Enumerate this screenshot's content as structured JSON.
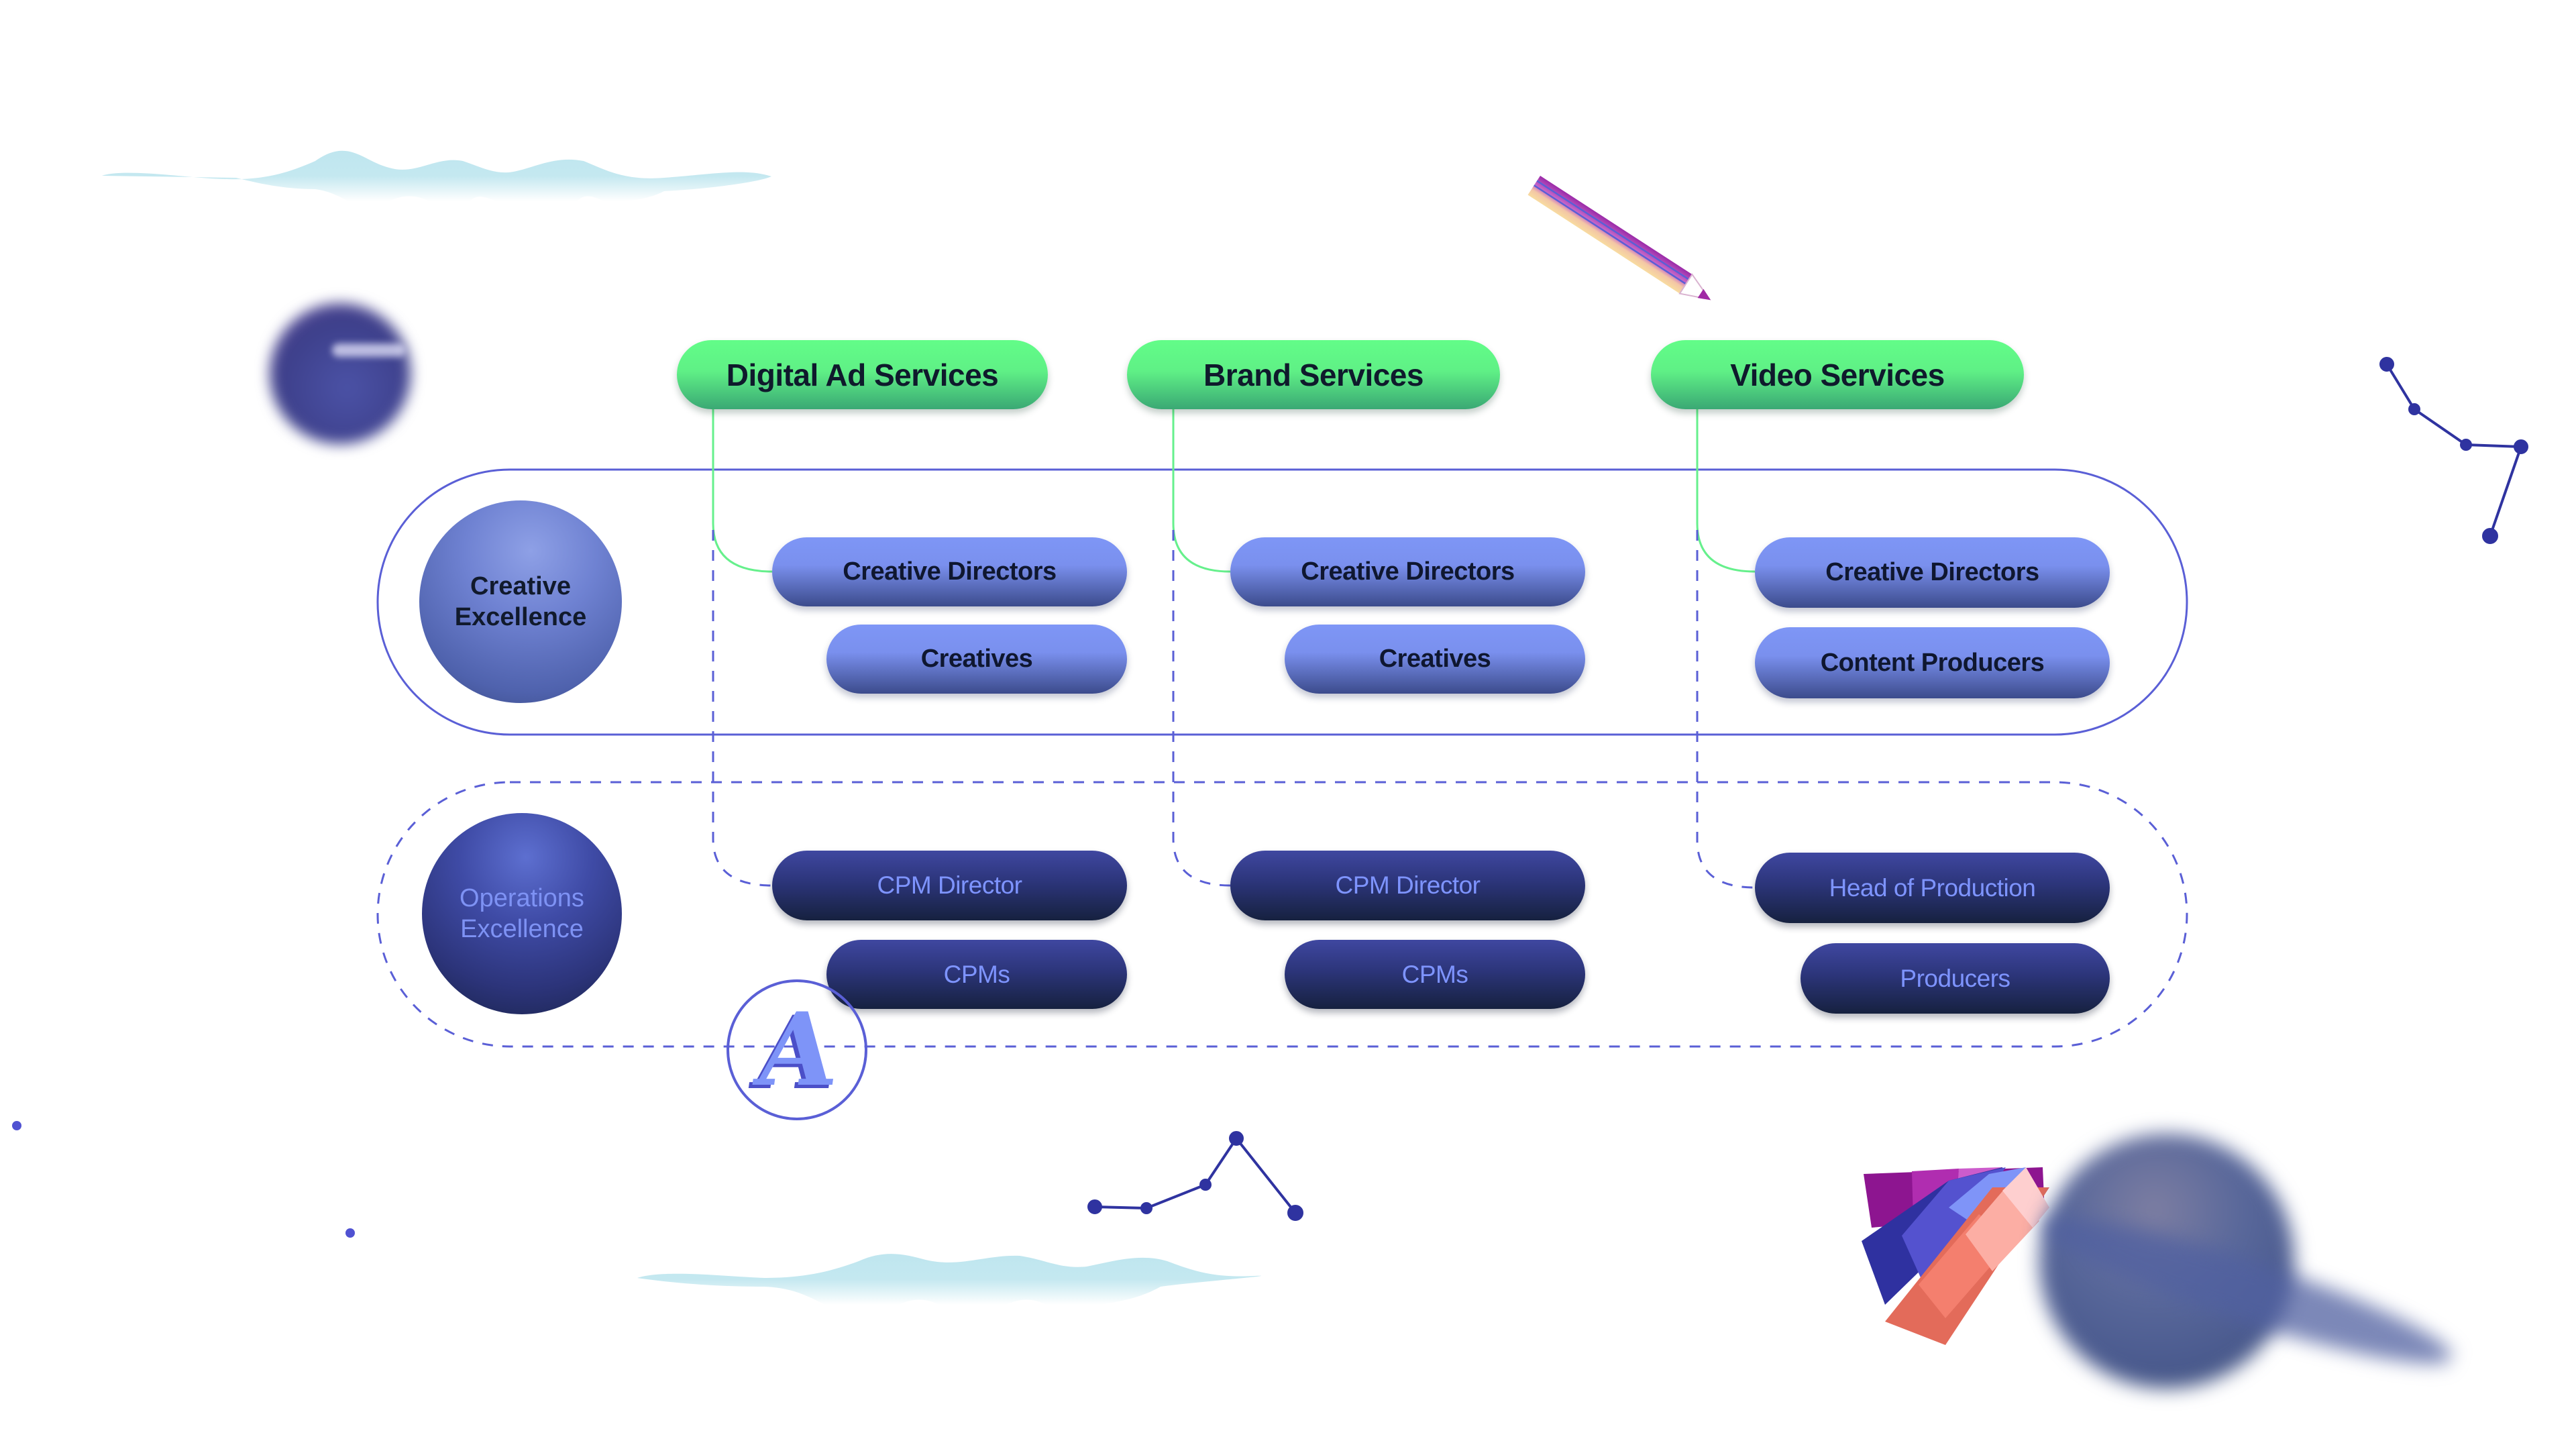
{
  "services": [
    {
      "label": "Digital Ad Services"
    },
    {
      "label": "Brand Services"
    },
    {
      "label": "Video Services"
    }
  ],
  "groups": {
    "creative": {
      "label_line1": "Creative",
      "label_line2": "Excellence"
    },
    "operations": {
      "label_line1": "Operations",
      "label_line2": "Excellence"
    }
  },
  "creative_roles": [
    {
      "primary": "Creative Directors",
      "secondary": "Creatives"
    },
    {
      "primary": "Creative Directors",
      "secondary": "Creatives"
    },
    {
      "primary": "Creative Directors",
      "secondary": "Content Producers"
    }
  ],
  "operations_roles": [
    {
      "primary": "CPM Director",
      "secondary": "CPMs"
    },
    {
      "primary": "CPM Director",
      "secondary": "CPMs"
    },
    {
      "primary": "Head of Production",
      "secondary": "Producers"
    }
  ],
  "decorations": {
    "badge_letter": "A"
  },
  "colors": {
    "service_green": "#62fd88",
    "creative_blue": "#7e96f6",
    "ops_navy": "#2c357a",
    "outline_purple": "#5a5fd6",
    "connector_green": "#66f08c"
  }
}
